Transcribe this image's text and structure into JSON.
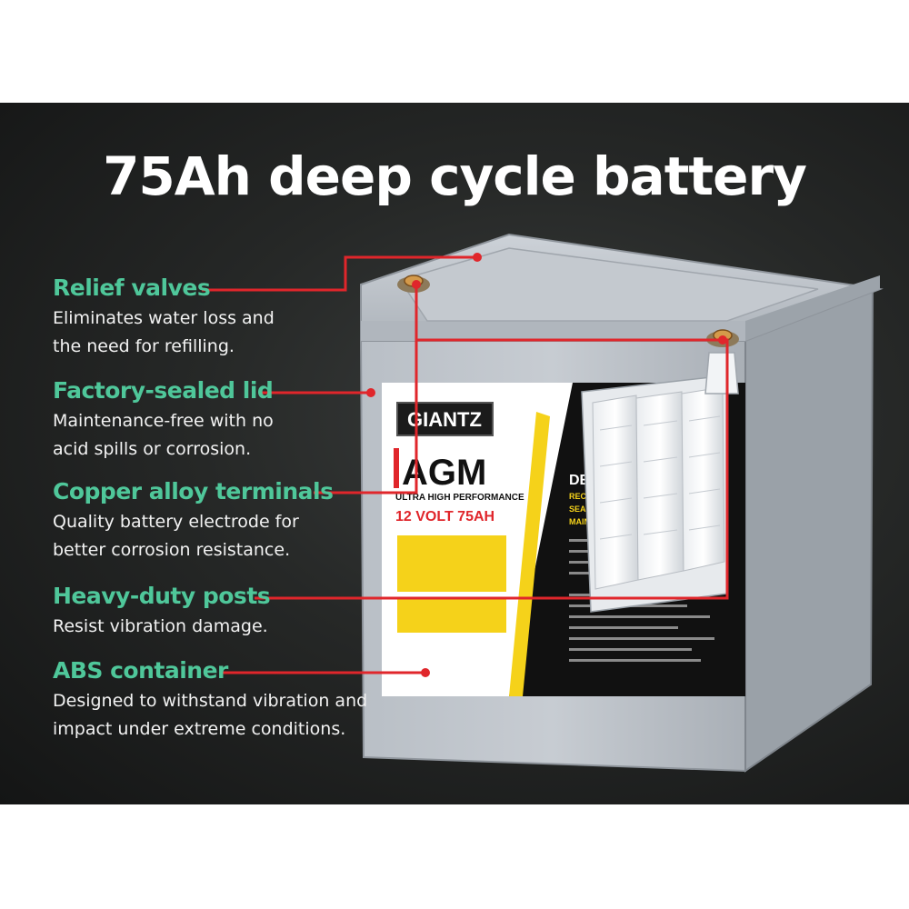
{
  "headline": "75Ah deep cycle battery",
  "features": [
    {
      "title": "Relief valves",
      "line1": "Eliminates water loss and",
      "line2": "the need for refilling."
    },
    {
      "title": "Factory-sealed lid",
      "line1": "Maintenance-free with no",
      "line2": "acid spills or corrosion."
    },
    {
      "title": "Copper alloy terminals",
      "line1": "Quality battery electrode for",
      "line2": "better corrosion resistance."
    },
    {
      "title": "Heavy-duty posts",
      "line1": "Resist vibration damage.",
      "line2": ""
    },
    {
      "title": "ABS container",
      "line1": "Designed to withstand vibration and",
      "line2": "impact under extreme conditions."
    }
  ],
  "battery_label": {
    "brand": "GIANTZ",
    "type": "AGM",
    "subtitle": "ULTRA HIGH PERFORMANCE",
    "rating": "12 VOLT 75AH",
    "side_heading": "DE",
    "side_lines": [
      "RECH",
      "SEAL",
      "MAINT"
    ]
  },
  "colors": {
    "accent_green": "#4fc79a",
    "callout_red": "#e0262b",
    "label_yellow": "#f5d21a",
    "label_red": "#e0262b"
  }
}
